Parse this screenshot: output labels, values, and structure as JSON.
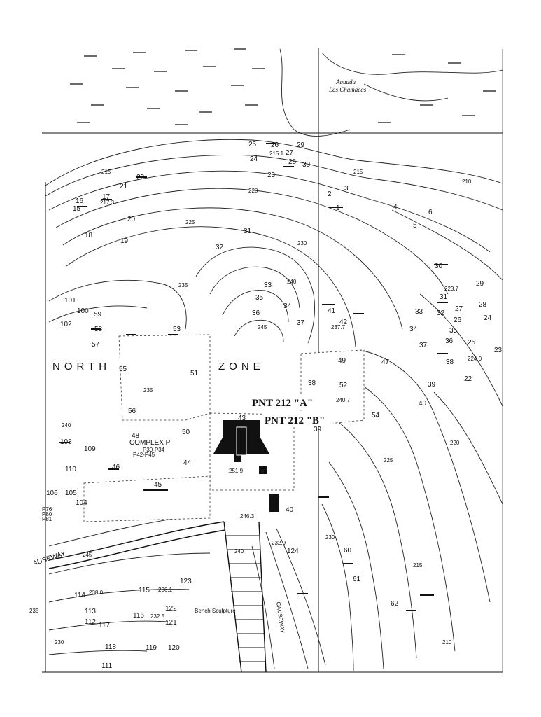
{
  "map": {
    "aguada_line1": "Aguada",
    "aguada_line2": "Las Chamacas",
    "north_zone_word1": "NORTH",
    "north_zone_word2": "ZONE",
    "pnt_a": "PNT 212 \"A\"",
    "pnt_b": "PNT 212 \"B\"",
    "complex_label": "COMPLEX P",
    "causeway_west": "AUSEWAY",
    "causeway_south": "CAUSEWAY",
    "sculpture_note": "Bench Sculpture",
    "contours": [
      "210",
      "215",
      "215",
      "220",
      "225",
      "230",
      "235",
      "240",
      "245",
      "235",
      "240",
      "245",
      "240",
      "225",
      "220",
      "215",
      "210",
      "230",
      "235",
      "230"
    ],
    "spot_heights": [
      "217.3",
      "215.1",
      "223.7",
      "224.0",
      "237.7",
      "240.7",
      "251.9",
      "246.3",
      "238.0",
      "232.5",
      "236.1",
      "232.9"
    ],
    "structures": [
      "1",
      "2",
      "3",
      "4",
      "5",
      "6",
      "15",
      "16",
      "17",
      "18",
      "19",
      "20",
      "21",
      "22",
      "23",
      "24",
      "25",
      "26",
      "27",
      "28",
      "29",
      "30",
      "31",
      "32",
      "33",
      "34",
      "35",
      "36",
      "37",
      "38",
      "39",
      "40",
      "41",
      "42",
      "43",
      "44",
      "45",
      "46",
      "47",
      "48",
      "49",
      "50",
      "51",
      "52",
      "53",
      "54",
      "55",
      "56",
      "57",
      "58",
      "59",
      "60",
      "61",
      "62",
      "100",
      "101",
      "102",
      "104",
      "105",
      "106",
      "108",
      "109",
      "110",
      "111",
      "112",
      "113",
      "114",
      "115",
      "116",
      "117",
      "118",
      "119",
      "120",
      "121",
      "122",
      "123",
      "124"
    ],
    "right_structures": [
      "29",
      "28",
      "27",
      "26",
      "25",
      "24",
      "23",
      "22",
      "31",
      "32",
      "33",
      "34",
      "35",
      "36",
      "37",
      "38",
      "39",
      "40",
      "30"
    ],
    "small_labels": [
      "P30-P34",
      "P42-P45",
      "P76",
      "P80",
      "P81"
    ]
  }
}
